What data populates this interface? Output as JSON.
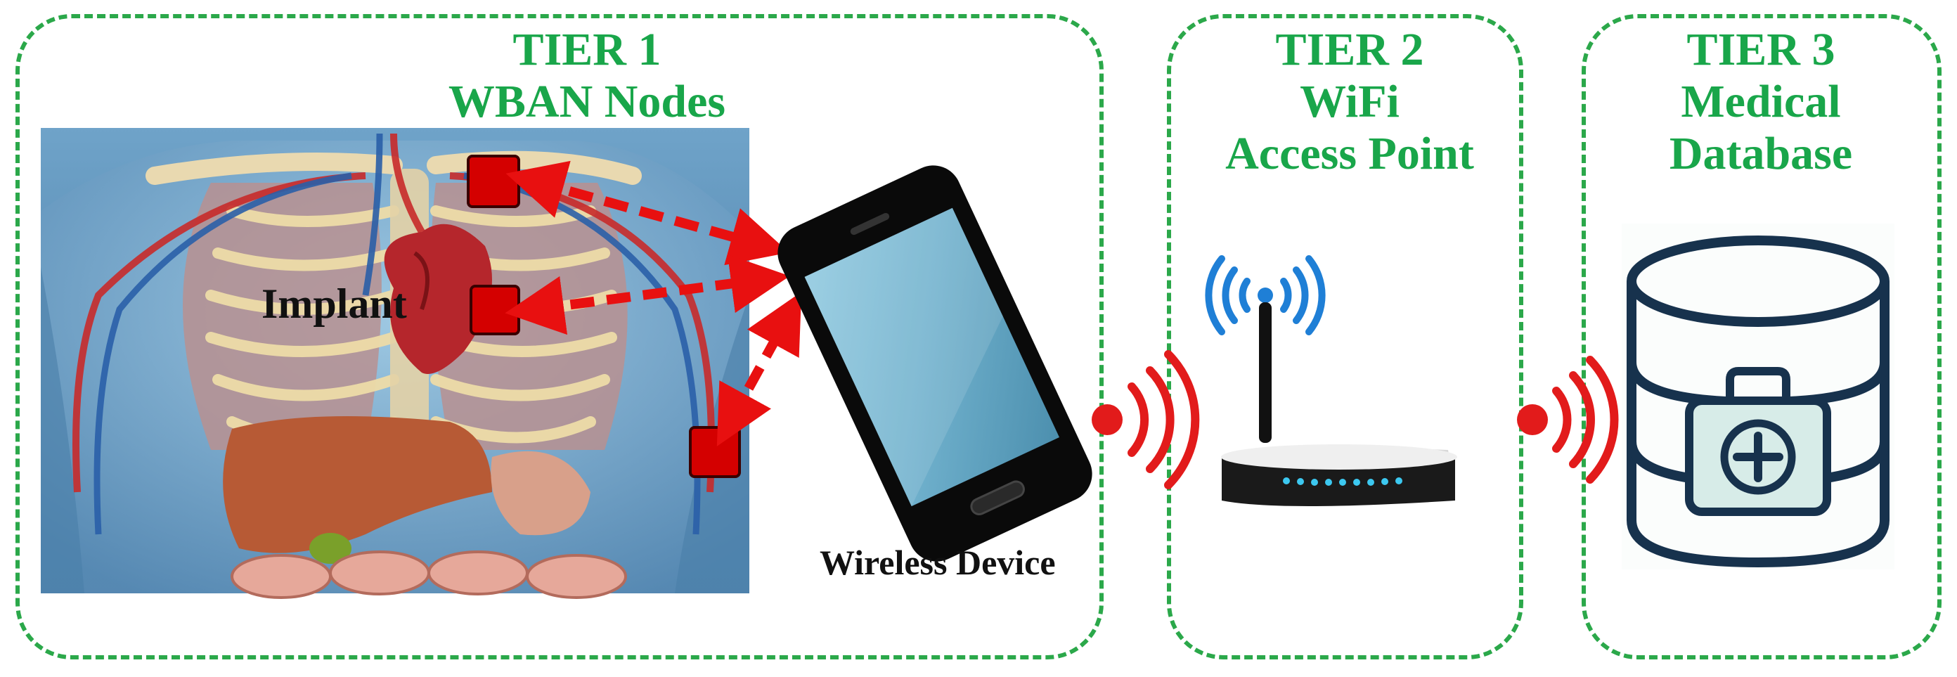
{
  "tiers": [
    {
      "heading": "TIER 1",
      "subtitle": "WBAN Nodes"
    },
    {
      "heading": "TIER 2",
      "subtitle_line1": "WiFi",
      "subtitle_line2": "Access Point"
    },
    {
      "heading": "TIER 3",
      "subtitle_line1": "Medical",
      "subtitle_line2": "Database"
    }
  ],
  "labels": {
    "implant": "Implant",
    "wireless_device": "Wireless Device"
  },
  "colors": {
    "tier_border": "#2ba84a",
    "tier_text": "#19a64a",
    "node_red": "#d40000",
    "arrow_red": "#e81010",
    "signal_red": "#e21b1b",
    "wifi_blue": "#1f7fd6",
    "db_navy": "#17324d",
    "db_fill": "#d7ece8"
  },
  "icons": [
    "human-anatomy-illustration",
    "smartphone-icon",
    "wireless-signal-icon",
    "wifi-router-icon",
    "medical-database-icon"
  ]
}
